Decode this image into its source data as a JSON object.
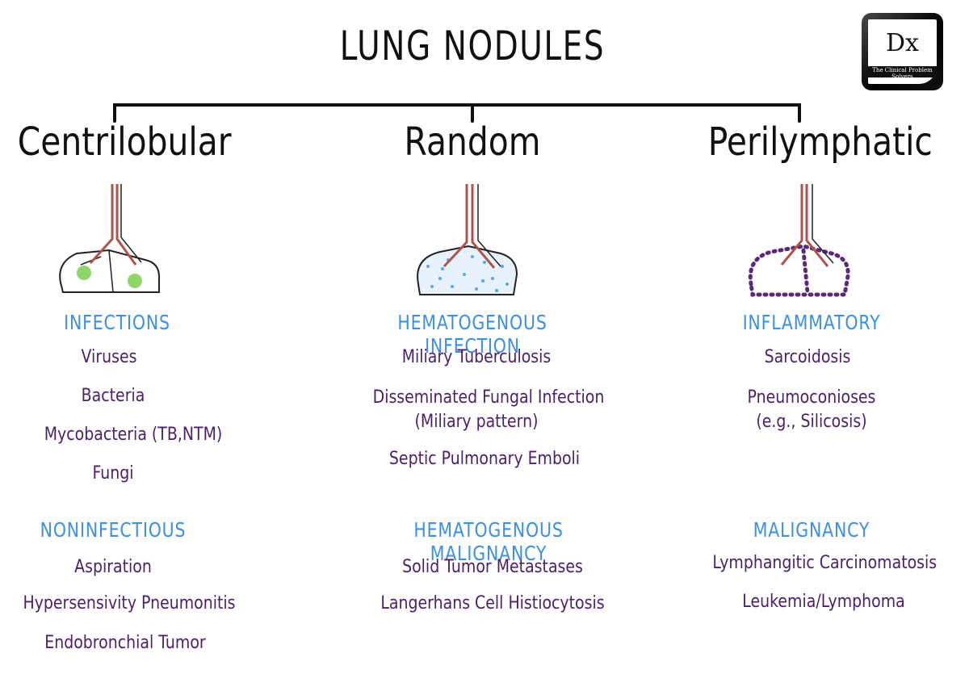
{
  "title": "LUNG NODULES",
  "logo": {
    "main": "Dx",
    "subtitle": "The Clinical Problem Solvers"
  },
  "colors": {
    "category": "#3d8fe3",
    "item": "#4b1f6b",
    "vessel": "#b0534a",
    "nodule_green": "#8fd66a",
    "dots_blue": "#5aa6e8",
    "dots_purple": "#5a2a7a"
  },
  "columns": [
    {
      "heading": "Centrilobular",
      "groups": [
        {
          "category": "INFECTIONS",
          "items": [
            "Viruses",
            "Bacteria",
            "Mycobacteria (TB,NTM)",
            "Fungi"
          ]
        },
        {
          "category": "NONINFECTIOUS",
          "items": [
            "Aspiration",
            "Hypersensivity Pneumonitis",
            "Endobronchial Tumor"
          ]
        }
      ]
    },
    {
      "heading": "Random",
      "groups": [
        {
          "category": "HEMATOGENOUS INFECTION",
          "items": [
            "Miliary Tuberculosis",
            "Disseminated Fungal Infection",
            "(Miliary pattern)",
            "Septic Pulmonary Emboli"
          ]
        },
        {
          "category": "HEMATOGENOUS MALIGNANCY",
          "items": [
            "Solid Tumor Metastases",
            "Langerhans Cell Histiocytosis"
          ]
        }
      ]
    },
    {
      "heading": "Perilymphatic",
      "groups": [
        {
          "category": "INFLAMMATORY",
          "items": [
            "Sarcoidosis",
            "Pneumoconioses",
            "(e.g., Silicosis)"
          ]
        },
        {
          "category": "MALIGNANCY",
          "items": [
            "Lymphangitic Carcinomatosis",
            "Leukemia/Lymphoma"
          ]
        }
      ]
    }
  ]
}
